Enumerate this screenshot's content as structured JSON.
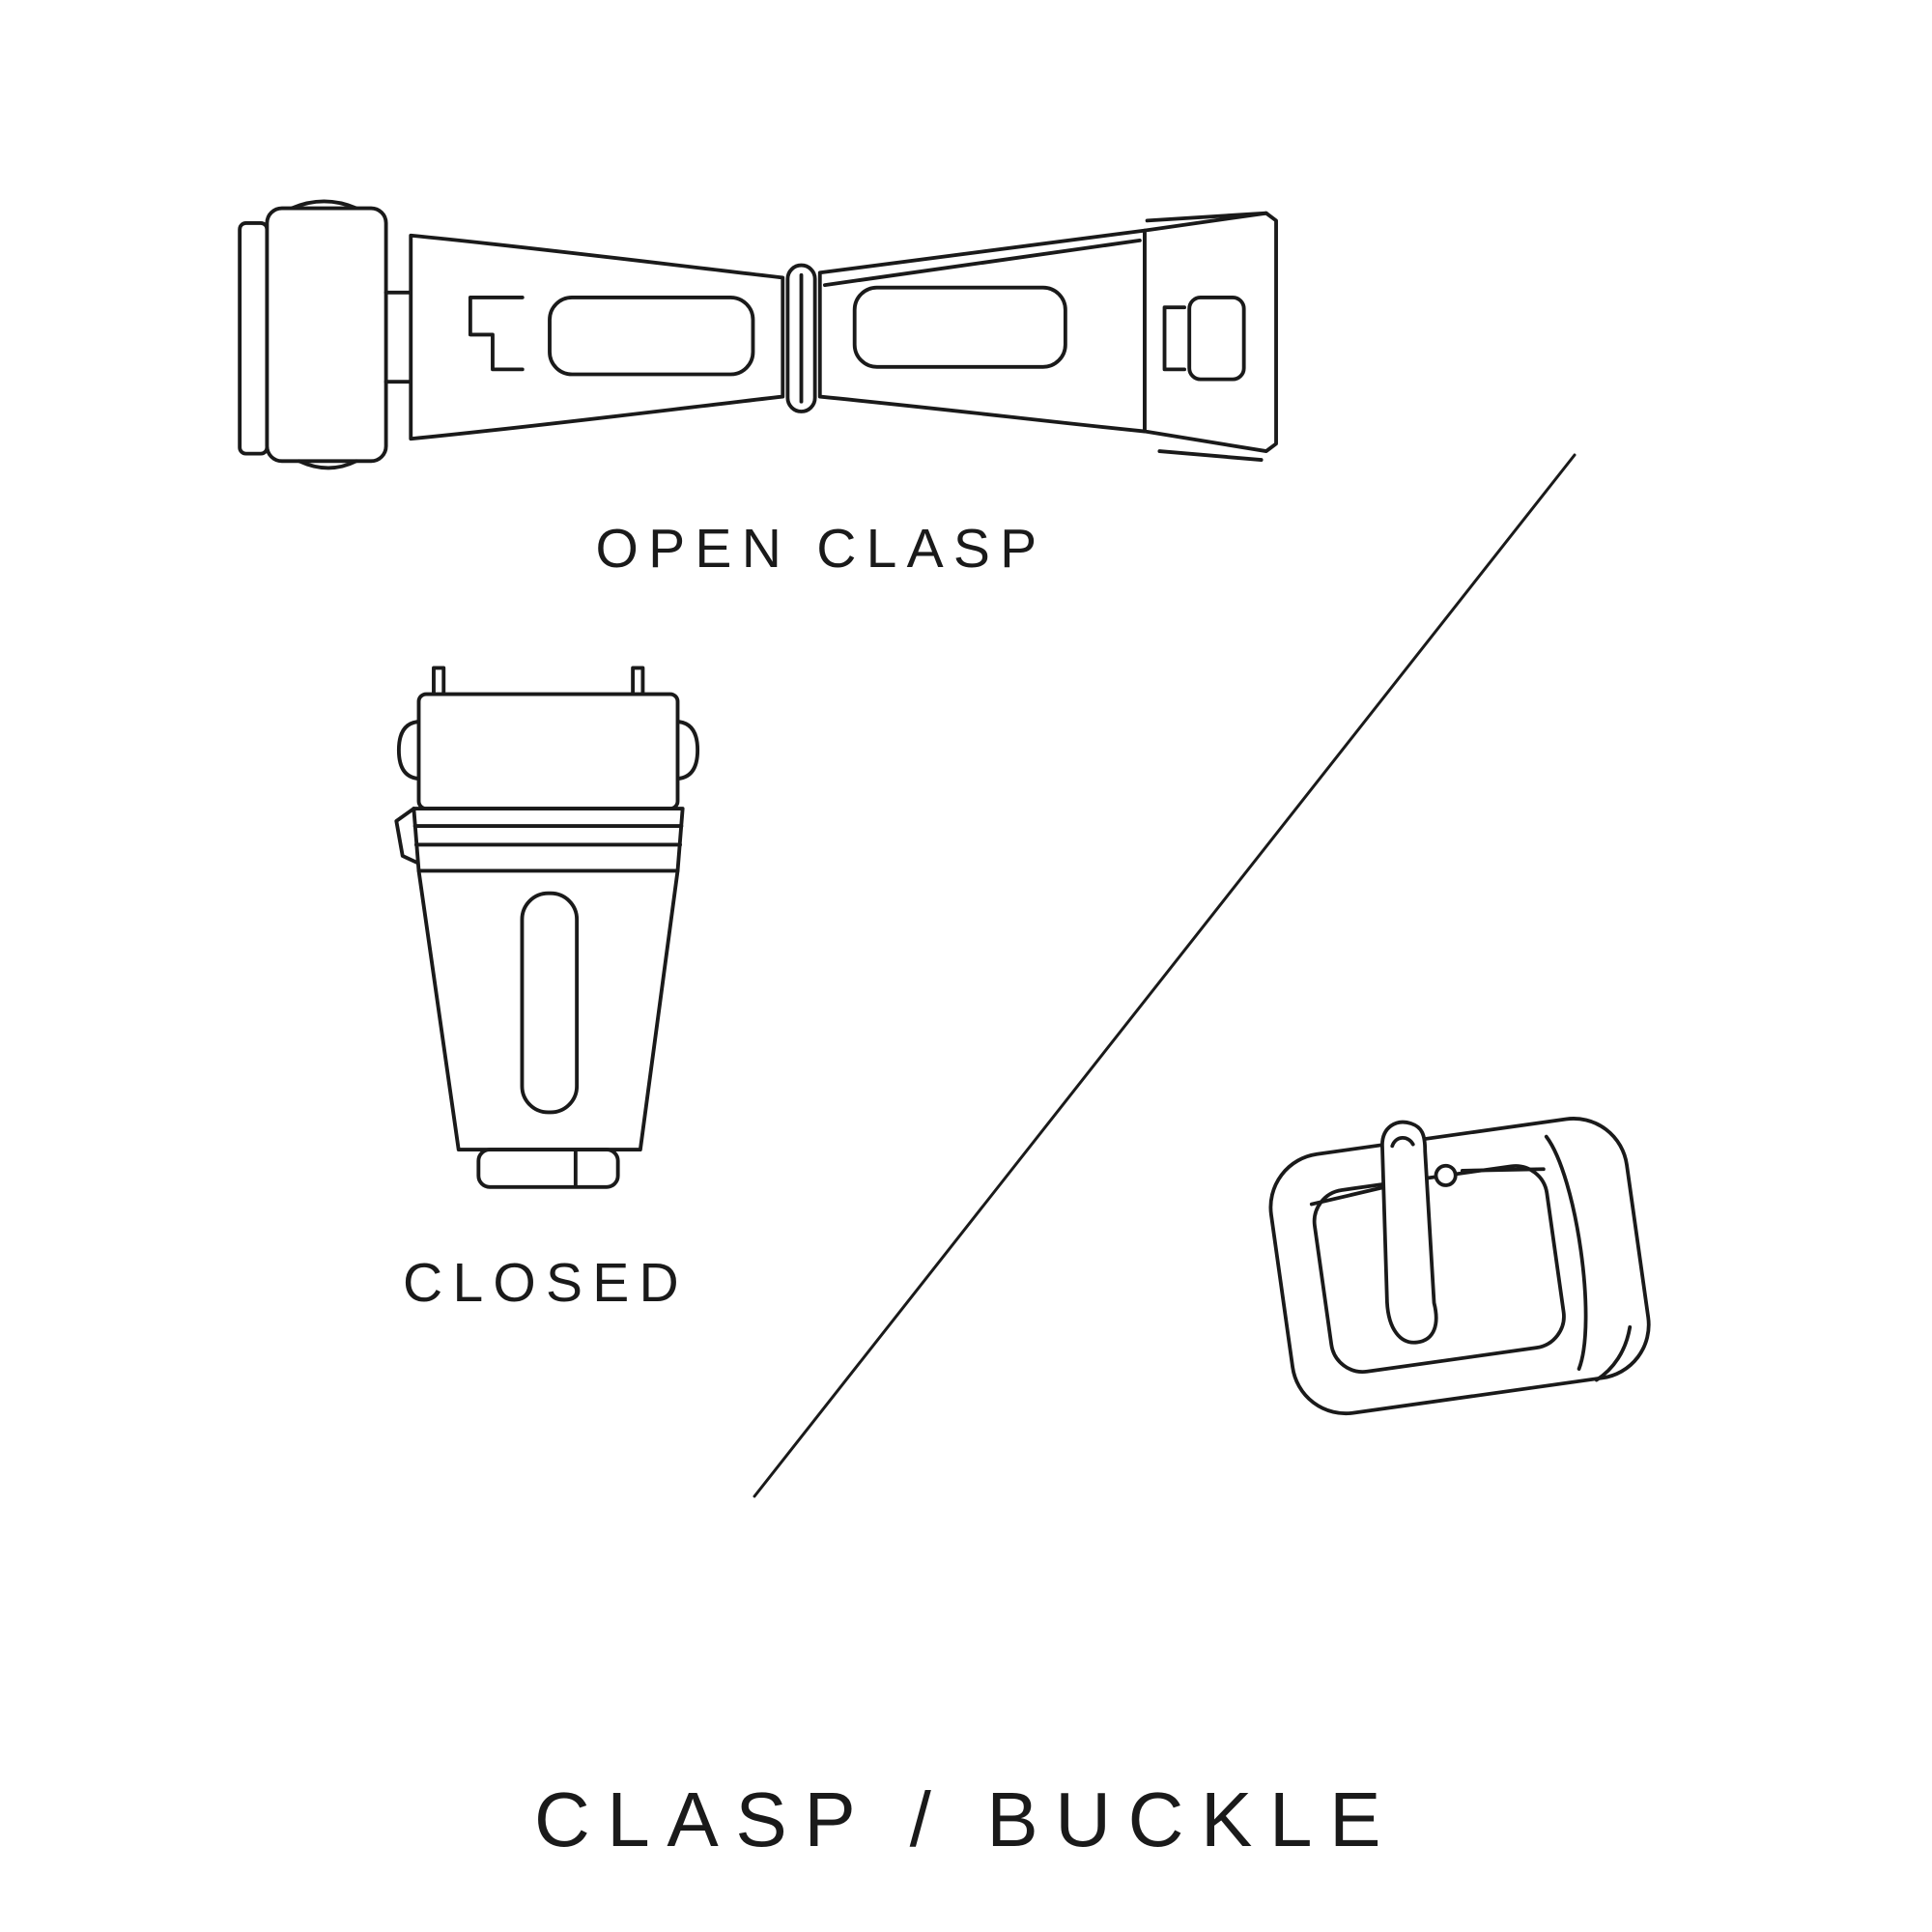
{
  "page": {
    "background": "#ffffff",
    "ink": "#1a1a1a"
  },
  "diagram": {
    "title": "CLASP / BUCKLE",
    "labels": {
      "open_clasp": "OPEN CLASP",
      "closed": "CLOSED"
    },
    "illustrations": [
      {
        "name": "open-clasp-illustration",
        "depicts": "watch deployant clasp shown open, top view line drawing"
      },
      {
        "name": "closed-clasp-illustration",
        "depicts": "watch deployant clasp shown closed, top view line drawing"
      },
      {
        "name": "tang-buckle-illustration",
        "depicts": "watch strap pin buckle line drawing"
      }
    ],
    "divider": {
      "name": "diagonal-divider"
    }
  }
}
